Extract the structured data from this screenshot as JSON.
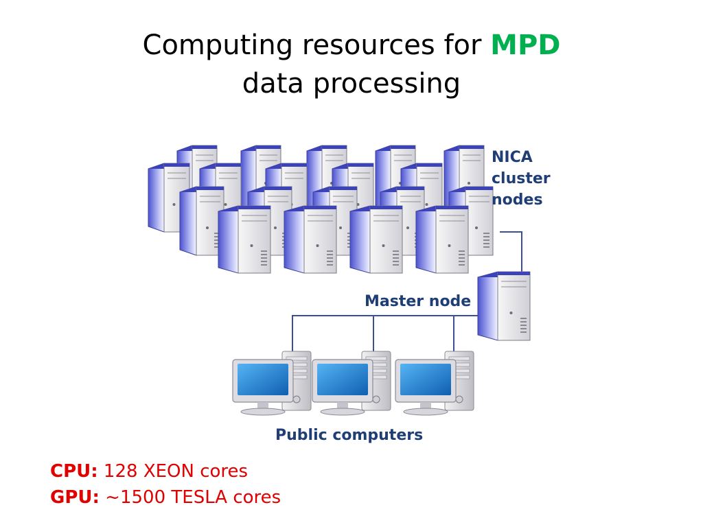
{
  "title": {
    "before": "Computing resources for ",
    "accent": "MPD",
    "after": " data processing"
  },
  "diagram": {
    "cluster_label_lines": [
      "NICA",
      "cluster",
      "nodes"
    ],
    "master_label": "Master node",
    "public_label": "Public computers",
    "cluster_node_count": 20,
    "public_computer_count": 3
  },
  "specs": [
    {
      "key": "CPU:",
      "value": "128 XEON cores"
    },
    {
      "key": "GPU:",
      "value": "~1500 TESLA cores"
    }
  ],
  "colors": {
    "accent": "#00b050",
    "specs": "#e00000",
    "diagram_label": "#1f3e76",
    "connector": "#3a4f9a",
    "server_side": "#5a63d6",
    "monitor_screen": "#1f7fd0"
  }
}
